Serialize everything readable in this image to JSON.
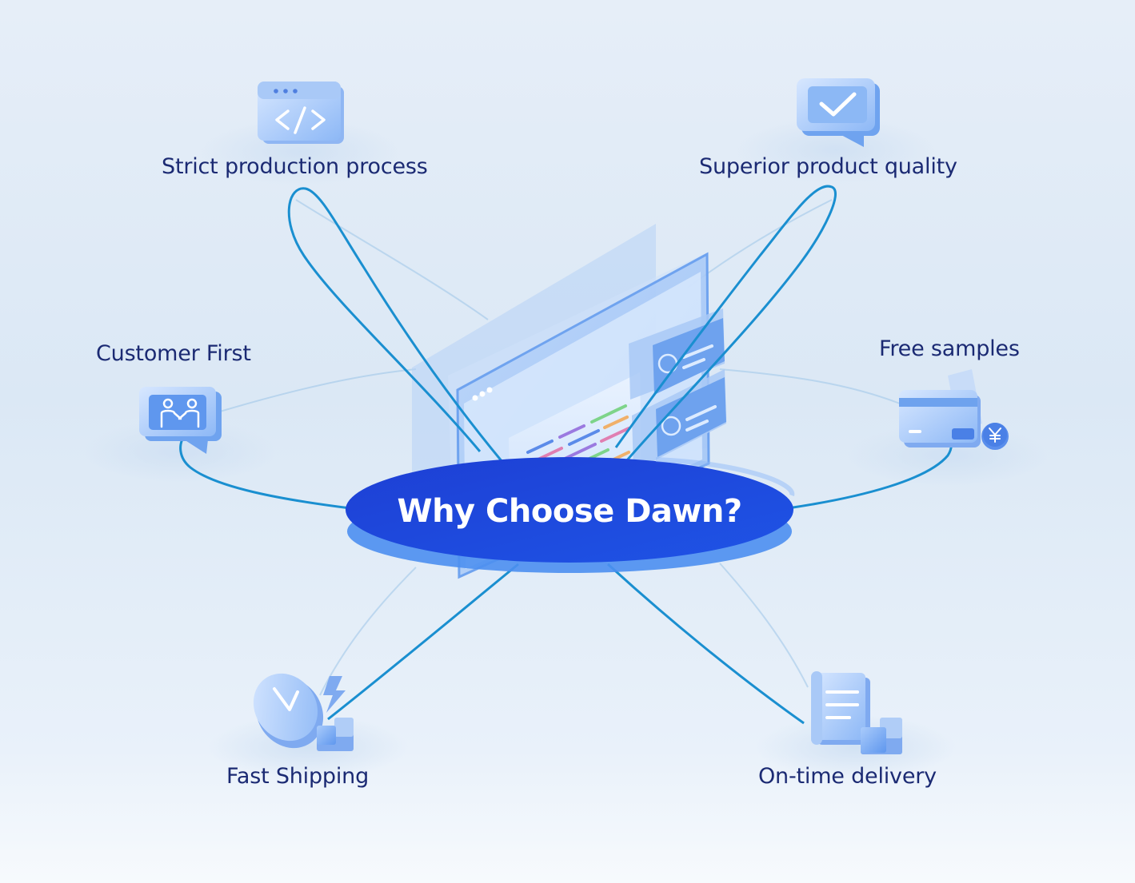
{
  "center": {
    "title": "Why Choose Dawn?"
  },
  "features": [
    {
      "label": "Strict production process",
      "icon": "code-window-icon"
    },
    {
      "label": "Superior product quality",
      "icon": "checkmark-chat-icon"
    },
    {
      "label": "Customer First",
      "icon": "handshake-icon"
    },
    {
      "label": "Free samples",
      "icon": "credit-card-yuan-icon"
    },
    {
      "label": "Fast Shipping",
      "icon": "fast-clock-icon"
    },
    {
      "label": "On-time delivery",
      "icon": "delivery-document-icon"
    }
  ],
  "colors": {
    "text": "#1b2a73",
    "accent": "#1f47d8",
    "line": "#1a8fd0",
    "icon_light": "#bcd6fb",
    "icon_mid": "#7fb0f5"
  }
}
